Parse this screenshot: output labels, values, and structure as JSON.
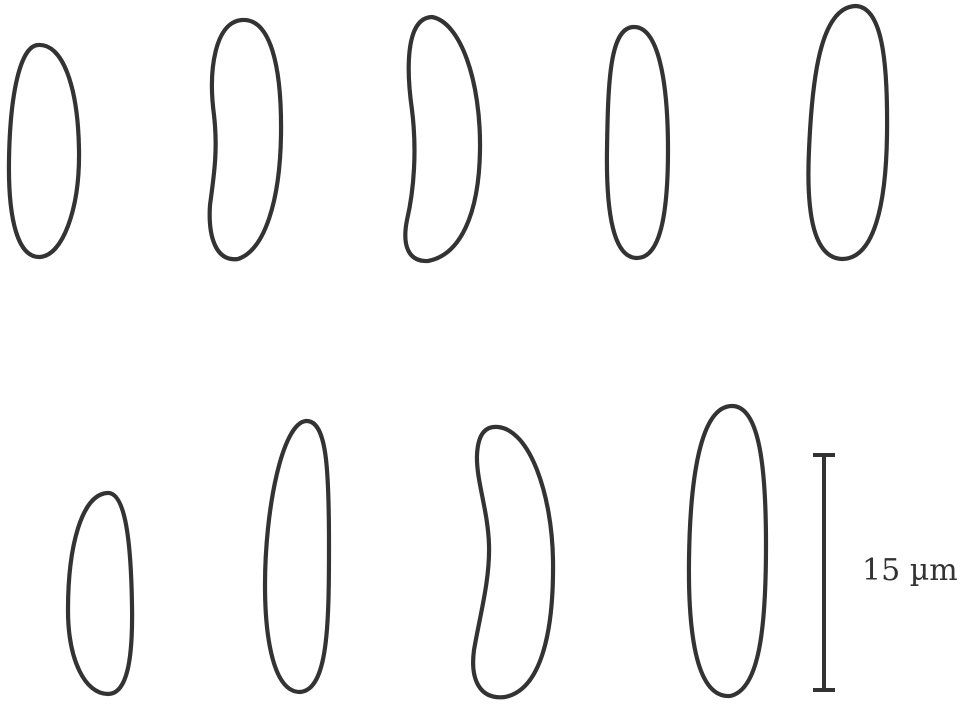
{
  "figure": {
    "background": "#ffffff",
    "stroke_color": "#333333",
    "spores": [
      {
        "name": "spore-outline-1",
        "shape": "straight"
      },
      {
        "name": "spore-outline-2",
        "shape": "curved"
      },
      {
        "name": "spore-outline-3",
        "shape": "curved"
      },
      {
        "name": "spore-outline-4",
        "shape": "straight"
      },
      {
        "name": "spore-outline-5",
        "shape": "straight"
      },
      {
        "name": "spore-outline-6",
        "shape": "straight"
      },
      {
        "name": "spore-outline-7",
        "shape": "straight"
      },
      {
        "name": "spore-outline-8",
        "shape": "curved"
      },
      {
        "name": "spore-outline-9",
        "shape": "straight"
      }
    ],
    "scale_bar": {
      "label": "15 µm"
    }
  }
}
